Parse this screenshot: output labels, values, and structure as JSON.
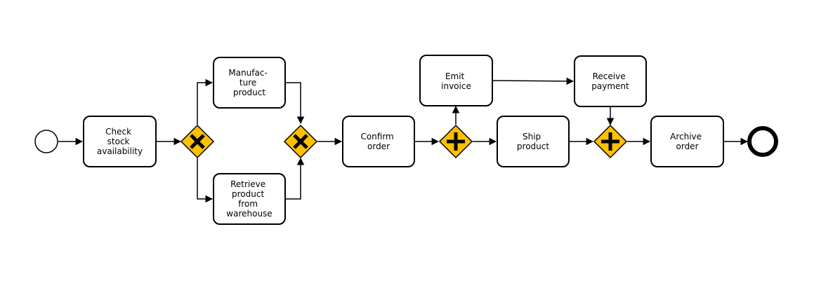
{
  "colors": {
    "gateway_fill": "#FFC000",
    "stroke": "#000000",
    "task_fill": "#FFFFFF",
    "background": "#FFFFFF"
  },
  "events": {
    "start": {
      "type": "start"
    },
    "end": {
      "type": "end"
    }
  },
  "gateways": {
    "stock_split": {
      "type": "exclusive",
      "icon": "x-icon"
    },
    "stock_merge": {
      "type": "exclusive",
      "icon": "x-icon"
    },
    "fulfil_split": {
      "type": "parallel",
      "icon": "plus-icon"
    },
    "fulfil_merge": {
      "type": "parallel",
      "icon": "plus-icon"
    }
  },
  "tasks": {
    "check_stock": {
      "lines": [
        "Check",
        "stock",
        "availability"
      ]
    },
    "manufacture": {
      "lines": [
        "Manufac-",
        "ture",
        "product"
      ]
    },
    "retrieve": {
      "lines": [
        "Retrieve",
        "product",
        "from",
        "warehouse"
      ]
    },
    "confirm": {
      "lines": [
        "Confirm",
        "order"
      ]
    },
    "emit_invoice": {
      "lines": [
        "Emit",
        "invoice"
      ]
    },
    "receive_payment": {
      "lines": [
        "Receive",
        "payment"
      ]
    },
    "ship": {
      "lines": [
        "Ship",
        "product"
      ]
    },
    "archive": {
      "lines": [
        "Archive",
        "order"
      ]
    }
  }
}
